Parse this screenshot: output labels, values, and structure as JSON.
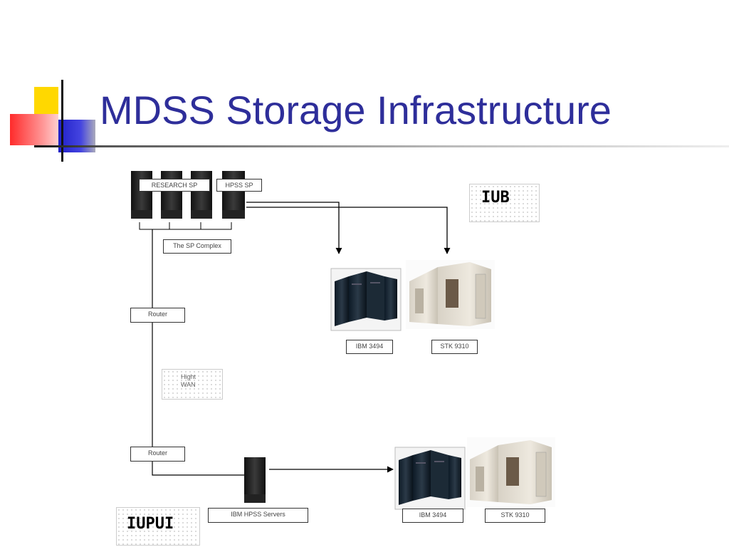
{
  "slide": {
    "title": "MDSS Storage Infrastructure"
  },
  "diagram": {
    "research_sp_label": "RESEARCH SP",
    "hpss_sp_label": "HPSS SP",
    "sp_complex_label": "The SP Complex",
    "iub_label": "IUB",
    "router_top_label": "Router",
    "wan_line1": "Hight",
    "wan_line2": "WAN",
    "router_bottom_label": "Router",
    "ibm_hpss_servers_label": "IBM HPSS  Servers",
    "iupui_label": "IUPUI",
    "iub_ibm_label": "IBM 3494",
    "iub_stk_label": "STK 9310",
    "iupui_ibm_label": "IBM 3494",
    "iupui_stk_label": "STK 9310"
  },
  "colors": {
    "title": "#2e2e9a",
    "accent_yellow": "#ffd800",
    "accent_red": "#ff2b2b",
    "accent_blue": "#2020c8"
  }
}
